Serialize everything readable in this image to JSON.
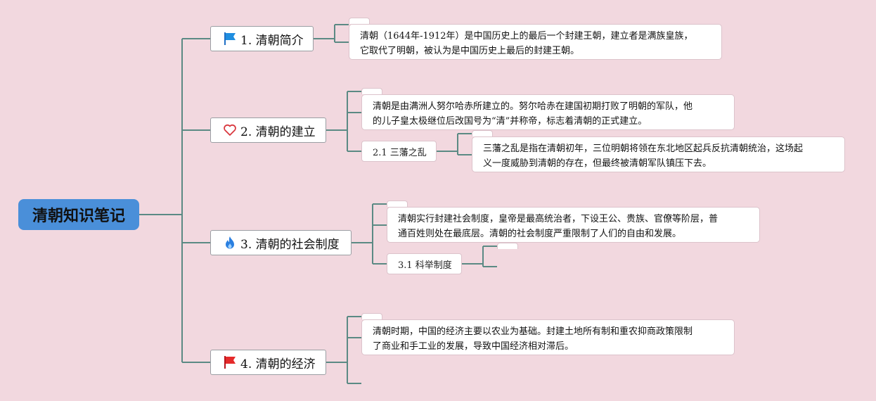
{
  "root": {
    "title": "清朝知识笔记"
  },
  "colors": {
    "background": "#f2d8df",
    "root_fill": "#4a8fd9",
    "connector": "#5b8a84"
  },
  "topics": [
    {
      "label": "1. 清朝简介",
      "icon": "blue-flag-icon",
      "note": [
        "清朝（1644年-1912年）是中国历史上的最后一个封建王朝，建立者是满族皇族，",
        "它取代了明朝，被认为是中国历史上最后的封建王朝。"
      ]
    },
    {
      "label": "2. 清朝的建立",
      "icon": "heart-icon",
      "note": [
        "清朝是由满洲人努尔哈赤所建立的。努尔哈赤在建国初期打败了明朝的军队，他",
        "的儿子皇太极继位后改国号为“清”并称帝，标志着清朝的正式建立。"
      ],
      "sub": {
        "label": "2.1 三藩之乱",
        "note": [
          "三藩之乱是指在清朝初年，三位明朝将领在东北地区起兵反抗清朝统治，这场起",
          "义一度威胁到清朝的存在，但最终被清朝军队镇压下去。"
        ]
      }
    },
    {
      "label": "3. 清朝的社会制度",
      "icon": "fire-icon",
      "note": [
        "清朝实行封建社会制度，皇帝是最高统治者，下设王公、贵族、官僚等阶层，普",
        "通百姓则处在最底层。清朝的社会制度严重限制了人们的自由和发展。"
      ],
      "sub": {
        "label": "3.1 科举制度"
      }
    },
    {
      "label": "4. 清朝的经济",
      "icon": "red-flag-icon",
      "note": [
        "清朝时期，中国的经济主要以农业为基础。封建土地所有制和重农抑商政策限制",
        "了商业和手工业的发展，导致中国经济相对滞后。"
      ]
    }
  ]
}
